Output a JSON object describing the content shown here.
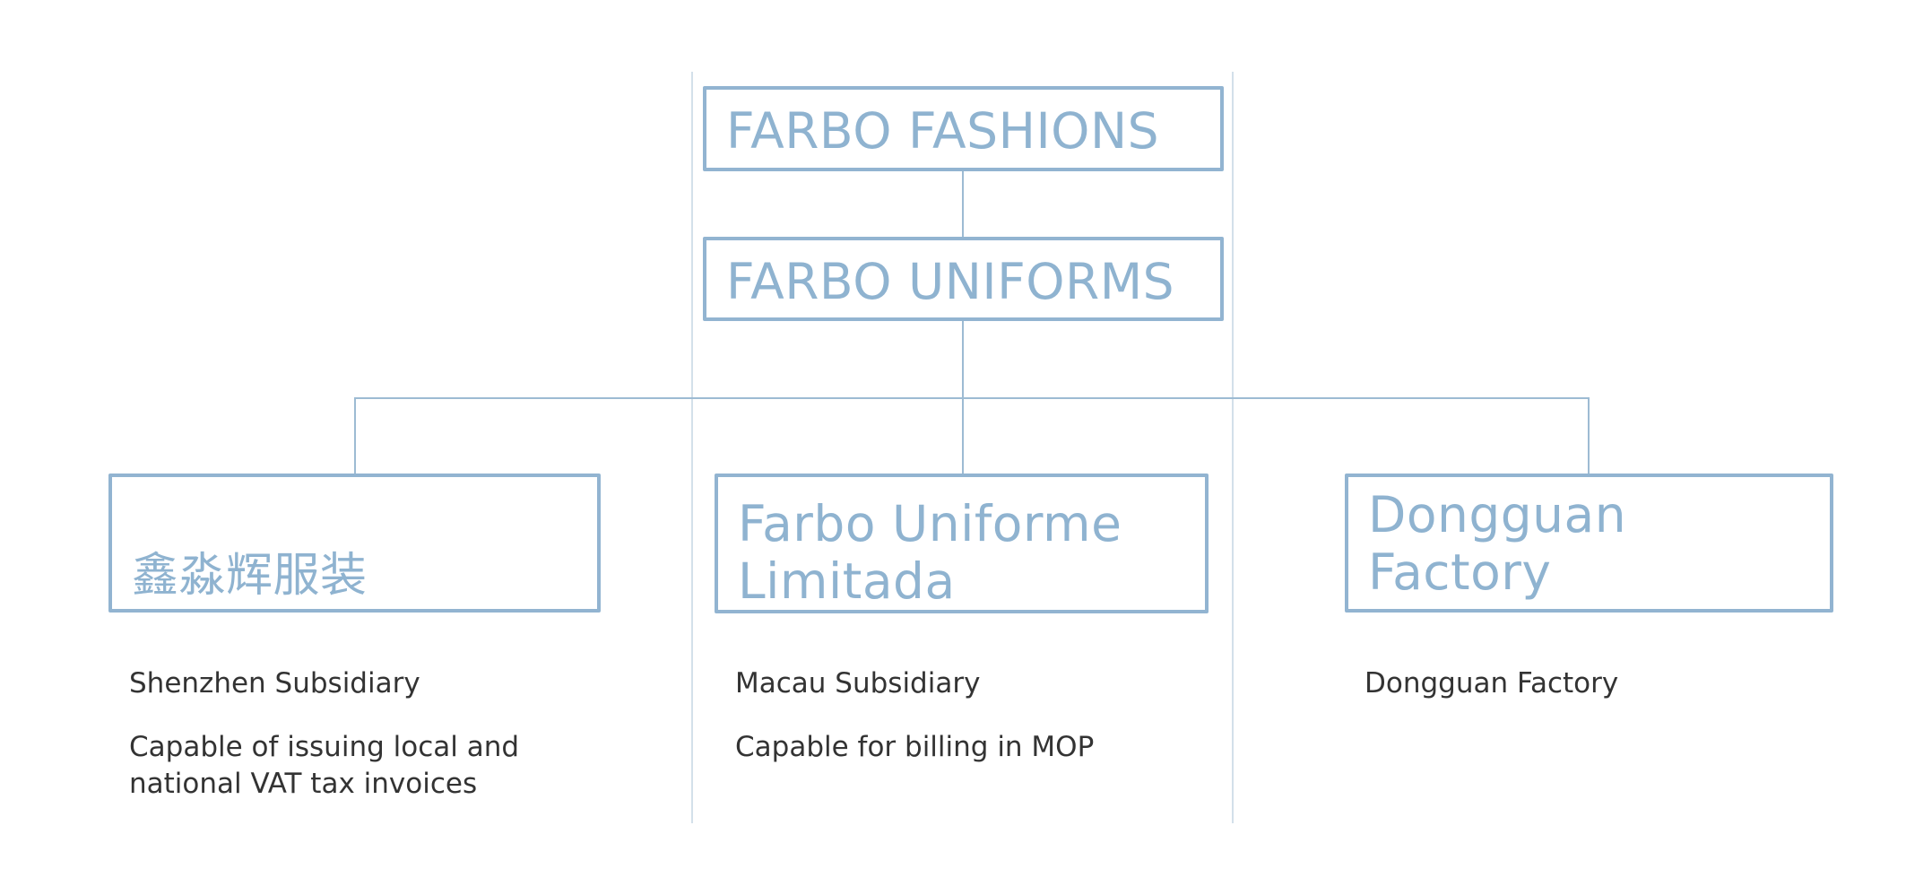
{
  "diagram": {
    "root": {
      "label": "FARBO FASHIONS"
    },
    "child": {
      "label": "FARBO UNIFORMS"
    },
    "subsidiaries": [
      {
        "label": "鑫淼辉服装",
        "lines": [
          "Shenzhen Subsidiary",
          "Capable of issuing local and national VAT tax invoices"
        ]
      },
      {
        "label": "Farbo Uniforme Limitada",
        "lines": [
          "Macau Subsidiary",
          "Capable for billing in MOP"
        ]
      },
      {
        "label": "Dongguan Factory",
        "lines": [
          "Dongguan Factory"
        ]
      }
    ],
    "colors": {
      "box": "#92b4d1",
      "text": "#8fb3d0",
      "divider": "#d3e0ea",
      "body_text": "#333333"
    }
  }
}
